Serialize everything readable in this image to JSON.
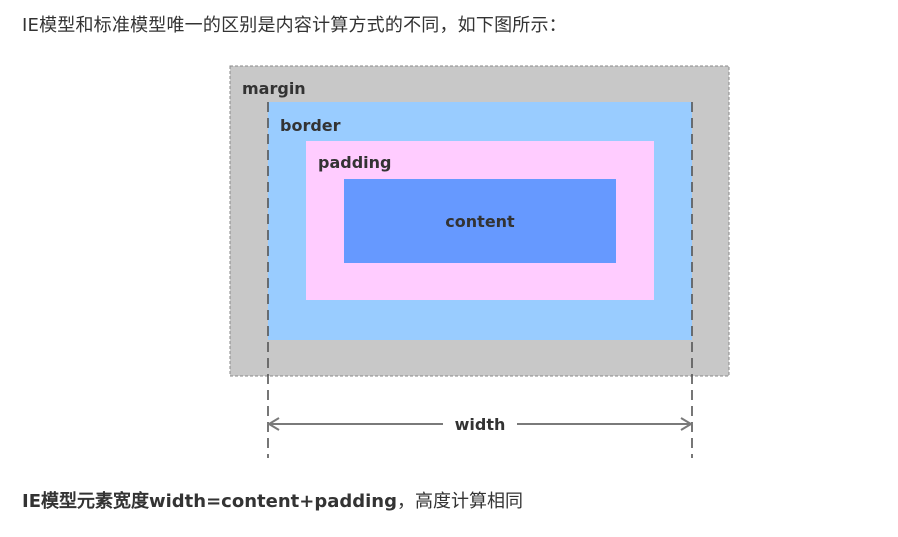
{
  "intro": {
    "text": "IE模型和标准模型唯一的区别是内容计算方式的不同，如下图所示："
  },
  "diagram": {
    "labels": {
      "margin": "margin",
      "border": "border",
      "padding": "padding",
      "content": "content",
      "width": "width"
    },
    "colors": {
      "margin": "#c8c8c8",
      "border": "#99ccff",
      "padding": "#ffccff",
      "content": "#6699ff",
      "guides": "#555555",
      "arrow": "#7a7a7a"
    }
  },
  "summary": {
    "bold_text": "IE模型元素宽度width=content+padding",
    "rest_text": "，高度计算相同"
  }
}
